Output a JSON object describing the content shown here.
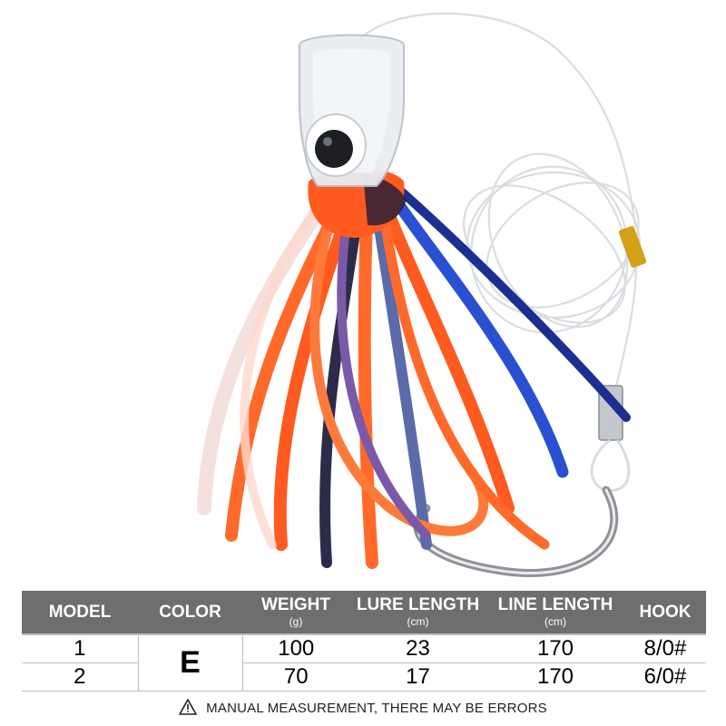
{
  "table": {
    "headers": [
      {
        "label": "MODEL",
        "unit": ""
      },
      {
        "label": "COLOR",
        "unit": ""
      },
      {
        "label": "WEIGHT",
        "unit": "(g)"
      },
      {
        "label": "LURE LENGTH",
        "unit": "(cm)"
      },
      {
        "label": "LINE LENGTH",
        "unit": "(cm)"
      },
      {
        "label": "HOOK",
        "unit": ""
      }
    ],
    "color": "E",
    "rows": [
      {
        "model": "1",
        "weight": "100",
        "lure_length": "23",
        "line_length": "170",
        "hook": "8/0#"
      },
      {
        "model": "2",
        "weight": "70",
        "lure_length": "17",
        "line_length": "170",
        "hook": "6/0#"
      }
    ]
  },
  "note": {
    "icon": "warning-triangle-icon",
    "text": "MANUAL MEASUREMENT, THERE MAY BE ERRORS"
  },
  "colors": {
    "header_bg": "#6e6e6e",
    "skirt_orange": "#ff5a1f",
    "skirt_blue": "#2a4fd0",
    "skirt_dark": "#1c1c3a"
  }
}
